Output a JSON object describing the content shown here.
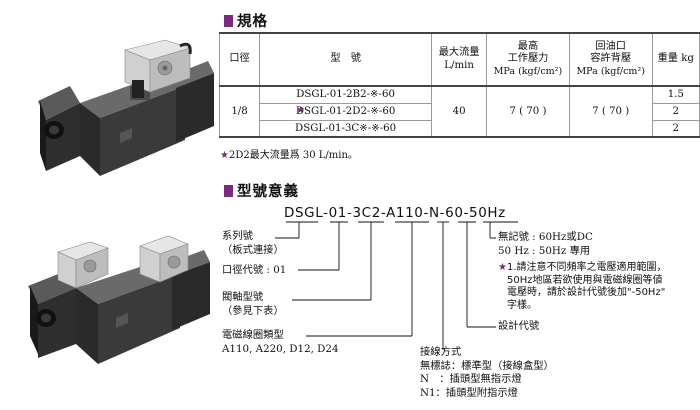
{
  "spec_section": {
    "title": "規格"
  },
  "spec_table": {
    "headers": {
      "bore": "口徑",
      "model": "型　號",
      "max_flow": [
        "最大流量",
        "L/min"
      ],
      "max_pressure": [
        "最高",
        "工作壓力",
        "MPa (kgf/cm²)"
      ],
      "back_pressure": [
        "回油口",
        "容許背壓",
        "MPa (kgf/cm²)"
      ],
      "weight": "重量 kg"
    },
    "bore": "1/8",
    "models": [
      "DSGL-01-2B2-※-60",
      "DSGL-01-2D2-※-60",
      "DSGL-01-3C※-※-60"
    ],
    "model_star": "★",
    "max_flow": "40",
    "max_pressure": "7 ( 70 )",
    "back_pressure": "7 ( 70 )",
    "weights": [
      "1.5",
      "2",
      "2"
    ]
  },
  "spec_note": {
    "star": "★",
    "text": "2D2最大流量爲 30 L/min。"
  },
  "model_section": {
    "title": "型號意義"
  },
  "part_number": {
    "segments": [
      {
        "text": "DSGL",
        "underline": false
      },
      {
        "text": "-",
        "underline": false
      },
      {
        "text": "01",
        "underline": true
      },
      {
        "text": "-",
        "underline": false
      },
      {
        "text": "3C2",
        "underline": true
      },
      {
        "text": "-",
        "underline": false
      },
      {
        "text": "A110",
        "underline": true
      },
      {
        "text": "-",
        "underline": false
      },
      {
        "text": "N",
        "underline": true
      },
      {
        "text": "-",
        "underline": false
      },
      {
        "text": "60",
        "underline": true
      },
      {
        "text": "-",
        "underline": false
      },
      {
        "text": "50Hz",
        "underline": true
      }
    ]
  },
  "labels": {
    "series": [
      "系列號",
      "（板式連接）"
    ],
    "bore_code": "口徑代號 : 01",
    "spool": [
      "閥軸型號",
      "（參見下表）"
    ],
    "coil": [
      "電磁線圈類型",
      "A110, A220, D12, D24"
    ],
    "wiring": [
      "接線方式",
      "無標誌：標準型（接線盒型）",
      "N　：插頭型無指示燈",
      "N1：插頭型附指示燈"
    ],
    "design": "設計代號",
    "freq": [
      "無記號 : 60Hz或DC",
      "50 Hz : 50Hz 專用"
    ],
    "freq_note_star": "★",
    "freq_note": [
      "1.請注意不同頻率之電壓適用範圍，",
      "50Hz地區若欲使用與電磁線圈等値",
      "電壓時，請於設計代號後加\"-50Hz\"",
      "字樣。"
    ]
  },
  "colors": {
    "accent": "#7b2a80",
    "rule": "#444444",
    "grid": "#9a9a9a"
  }
}
